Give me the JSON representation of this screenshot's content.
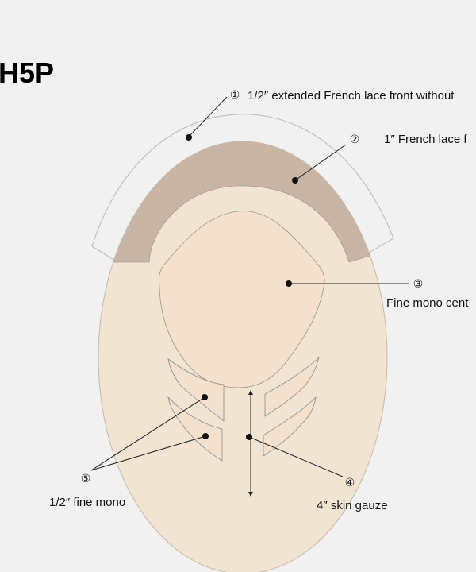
{
  "title": "H5P",
  "colors": {
    "background": "#f1f1f1",
    "base_cap": "#f1e4d3",
    "french_lace_band": "#c9b5a6",
    "mono_center": "#f4e1cd",
    "outline": "#b9b9b9"
  },
  "callouts": [
    {
      "marker": "①",
      "text": "1/2″  extended French lace front without"
    },
    {
      "marker": "②",
      "text": "1″  French lace f"
    },
    {
      "marker": "③",
      "text": "Fine mono cent"
    },
    {
      "marker": "④",
      "text": "4″  skin gauze"
    },
    {
      "marker": "⑤",
      "text": "1/2″  fine mono"
    }
  ]
}
